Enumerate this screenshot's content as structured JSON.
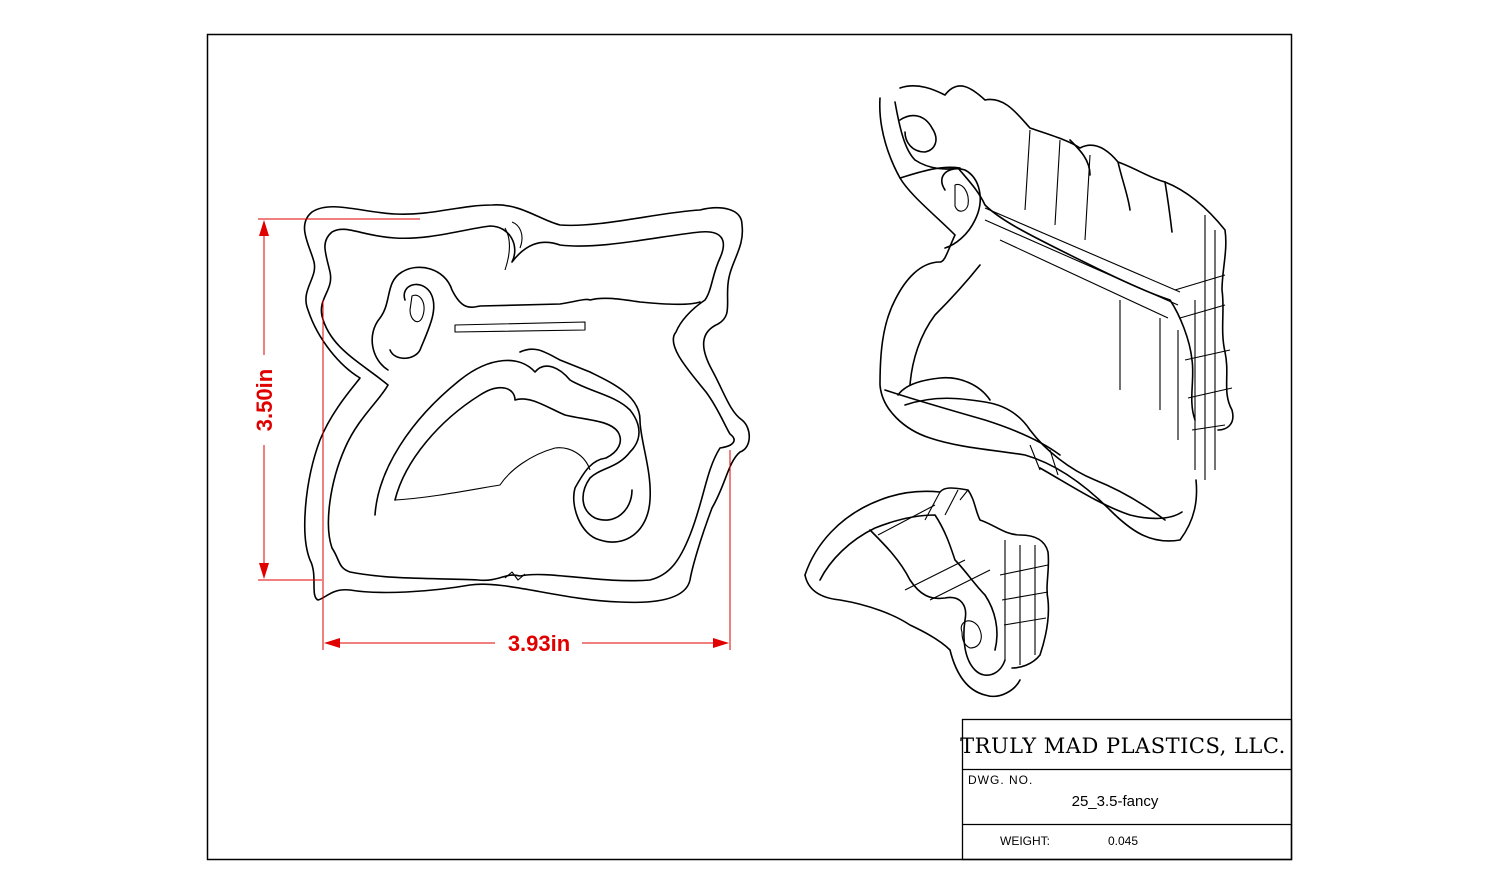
{
  "drawing": {
    "dimensions": {
      "height_label": "3.50in",
      "width_label": "3.93in",
      "color": "#e00000"
    },
    "title_block": {
      "company": "TRULY MAD PLASTICS, LLC.",
      "dwg_no_label": "DWG. NO.",
      "dwg_no_value": "25_3.5-fancy",
      "weight_label": "WEIGHT:",
      "weight_value": "0.045"
    }
  }
}
